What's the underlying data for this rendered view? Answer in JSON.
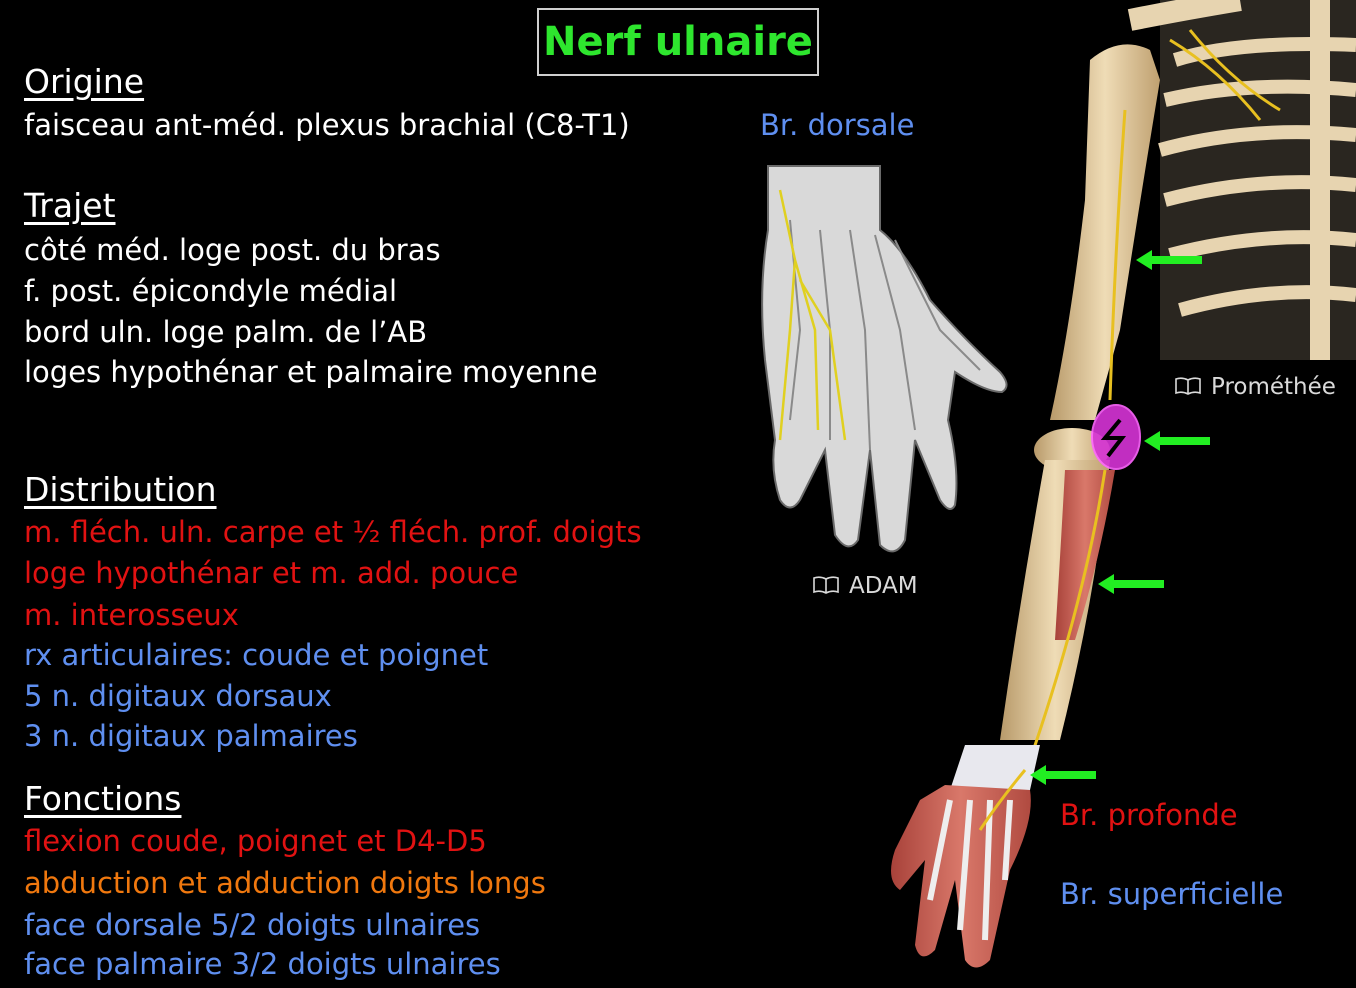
{
  "title": "Nerf ulnaire",
  "sections": {
    "origine": {
      "heading": "Origine",
      "lines": [
        "faisceau ant-méd. plexus brachial (C8-T1)"
      ]
    },
    "trajet": {
      "heading": "Trajet",
      "lines": [
        "côté méd. loge post. du bras",
        "f. post. épicondyle médial",
        "bord uln. loge palm. de l’AB",
        "loges hypothénar et palmaire moyenne"
      ]
    },
    "distribution": {
      "heading": "Distribution",
      "lines": [
        "m. fléch. uln. carpe et ½ fléch. prof. doigts",
        "loge hypothénar et m. add. pouce",
        "m. interosseux",
        "rx articulaires: coude et poignet",
        "5 n. digitaux dorsaux",
        "3 n. digitaux palmaires"
      ]
    },
    "fonctions": {
      "heading": "Fonctions",
      "lines": [
        "flexion coude, poignet et D4-D5",
        "abduction et adduction doigts longs",
        "face dorsale 5/2 doigts ulnaires",
        "face palmaire 3/2 doigts ulnaires"
      ]
    }
  },
  "labels": {
    "br_dorsale": "Br. dorsale",
    "br_profonde": "Br. profonde",
    "br_superficielle": "Br. superficielle"
  },
  "credits": {
    "adam": "ADAM",
    "promethee": "Prométhée"
  },
  "icons": {
    "credit": "book-icon",
    "arrow": "arrow-left-icon",
    "compression": "lightning-icon"
  },
  "colors": {
    "title": "#2ee62e",
    "motor": "#e11212",
    "sensory": "#5f8ff0",
    "mixed": "#f0780e",
    "arrow": "#22ee22",
    "highlight": "#d633d6"
  }
}
